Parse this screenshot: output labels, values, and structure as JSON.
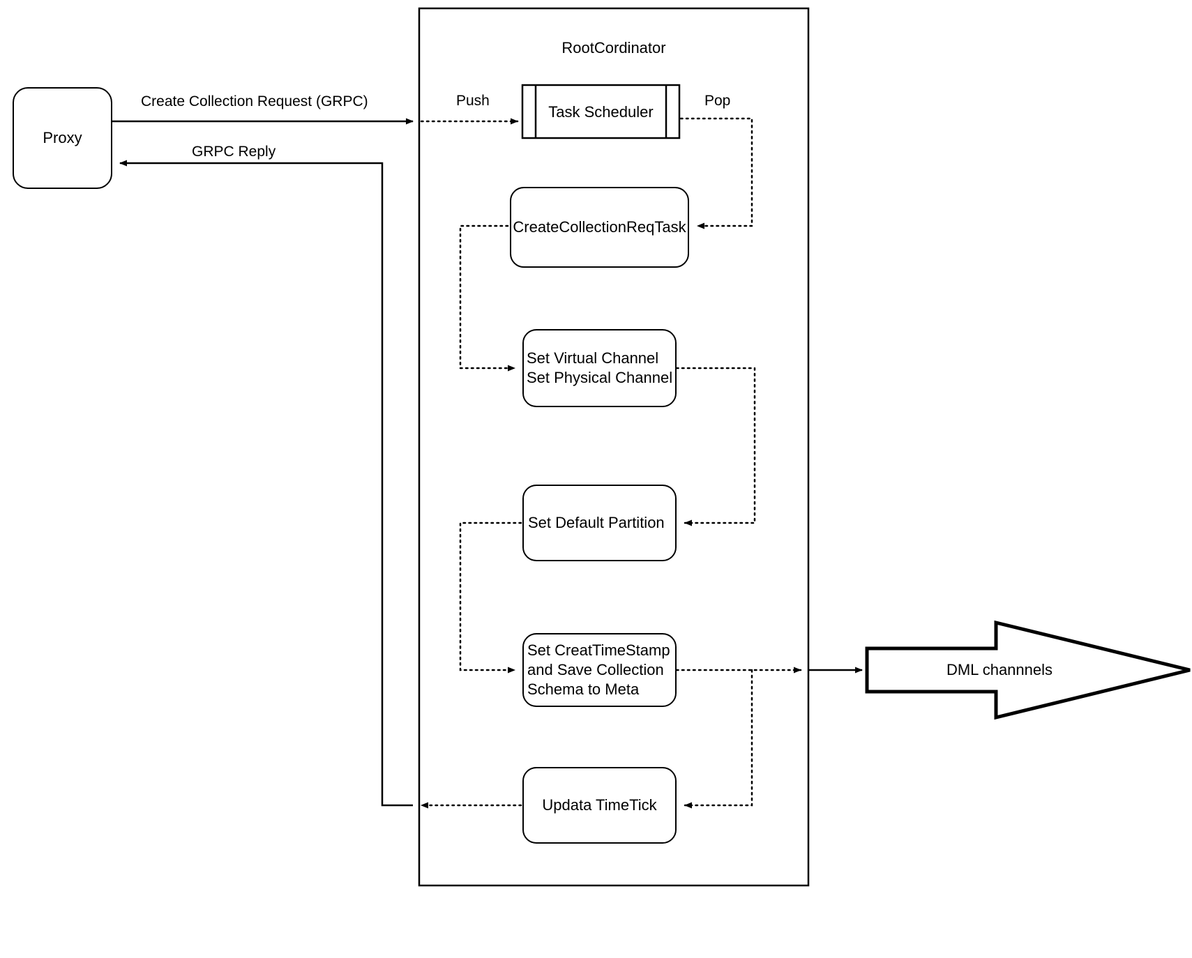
{
  "diagram": {
    "title_internal": "RootCordinator",
    "external_nodes": [
      {
        "id": "proxy",
        "label": "Proxy",
        "shape": "rounded-rect"
      },
      {
        "id": "dml",
        "label": "DML channnels",
        "shape": "block-arrow-right"
      }
    ],
    "container": {
      "label": "RootCordinator",
      "shape": "rect"
    },
    "nodes": [
      {
        "id": "task-scheduler",
        "label": "Task Scheduler",
        "shape": "process-with-side-bars"
      },
      {
        "id": "create-collection-req-task",
        "label": "CreateCollectionReqTask",
        "shape": "rounded-rect"
      },
      {
        "id": "set-channels",
        "label": "Set Virtual Channel\nSet Physical Channel",
        "shape": "rounded-rect"
      },
      {
        "id": "set-default-partition",
        "label": "Set Default Partition",
        "shape": "rounded-rect"
      },
      {
        "id": "set-create-timestamp",
        "label": "Set CreatTimeStamp\nand Save Collection\nSchema to Meta",
        "shape": "rounded-rect"
      },
      {
        "id": "update-timetick",
        "label": "Updata TimeTick",
        "shape": "rounded-rect"
      }
    ],
    "edge_labels": [
      {
        "id": "create-collection-request",
        "label": "Create Collection Request (GRPC)",
        "style": "solid"
      },
      {
        "id": "grpc-reply",
        "label": "GRPC Reply",
        "style": "solid"
      },
      {
        "id": "push",
        "label": "Push",
        "style": "dotted"
      },
      {
        "id": "pop",
        "label": "Pop",
        "style": "dotted"
      }
    ],
    "colors": {
      "stroke": "#000000",
      "fill": "#ffffff",
      "text": "#000000"
    }
  }
}
